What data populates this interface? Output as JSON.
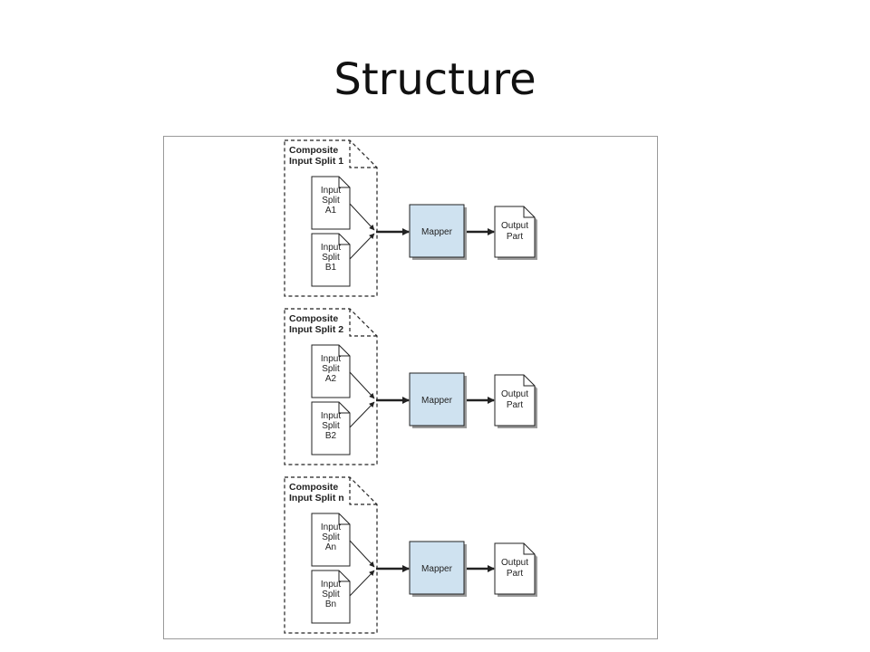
{
  "title": "Structure",
  "colors": {
    "mapper_fill": "#cfe2f0",
    "stroke": "#222222",
    "frame": "#9a9a9a"
  },
  "groups": [
    {
      "label_line1": "Composite",
      "label_line2": "Input Split 1",
      "doc_a": [
        "Input",
        "Split",
        "A1"
      ],
      "doc_b": [
        "Input",
        "Split",
        "B1"
      ],
      "mapper": "Mapper",
      "output": [
        "Output",
        "Part"
      ]
    },
    {
      "label_line1": "Composite",
      "label_line2": "Input Split 2",
      "doc_a": [
        "Input",
        "Split",
        "A2"
      ],
      "doc_b": [
        "Input",
        "Split",
        "B2"
      ],
      "mapper": "Mapper",
      "output": [
        "Output",
        "Part"
      ]
    },
    {
      "label_line1": "Composite",
      "label_line2": "Input Split n",
      "doc_a": [
        "Input",
        "Split",
        "An"
      ],
      "doc_b": [
        "Input",
        "Split",
        "Bn"
      ],
      "mapper": "Mapper",
      "output": [
        "Output",
        "Part"
      ]
    }
  ]
}
